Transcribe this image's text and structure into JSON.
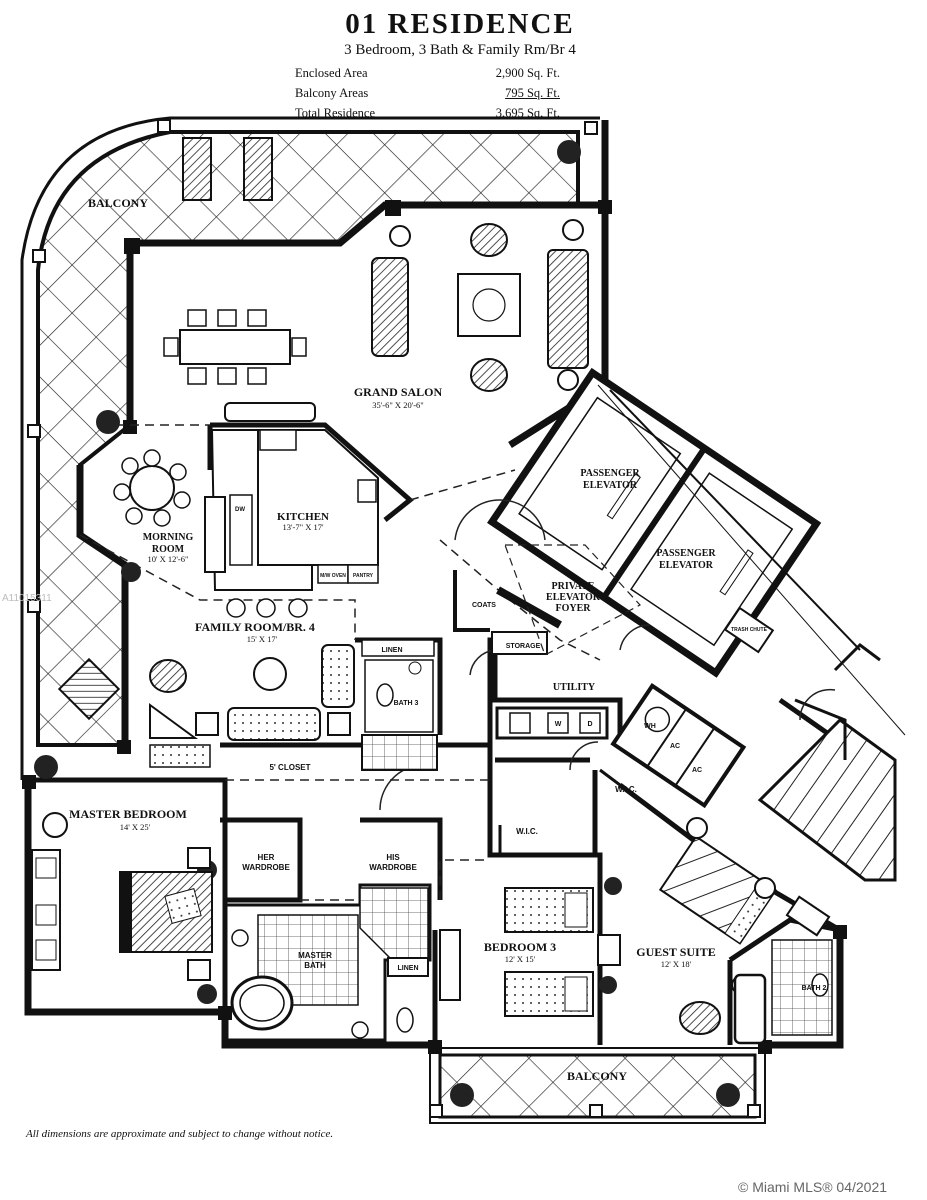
{
  "header": {
    "title": "01 RESIDENCE",
    "subtitle": "3 Bedroom, 3 Bath & Family Rm/Br 4",
    "areas": [
      {
        "label": "Enclosed Area",
        "value": "2,900 Sq. Ft."
      },
      {
        "label": "Balcony Areas",
        "value": "795 Sq. Ft."
      },
      {
        "label": "Total Residence",
        "value": "3,695 Sq. Ft."
      }
    ]
  },
  "rooms": {
    "balcony_top": "BALCONY",
    "grand_salon": "GRAND SALON",
    "grand_salon_dim": "35'-6\" X 20'-6\"",
    "kitchen": "KITCHEN",
    "kitchen_dim": "13'-7\" X 17'",
    "morning_room_1": "MORNING",
    "morning_room_2": "ROOM",
    "morning_room_dim": "10' X 12'-6\"",
    "family_room": "FAMILY ROOM/BR. 4",
    "family_room_dim": "15' X 17'",
    "passenger_elevator": "PASSENGER",
    "elevator_word": "ELEVATOR",
    "private_1": "PRIVATE",
    "private_2": "ELEVATOR",
    "private_3": "FOYER",
    "coats": "COATS",
    "storage": "STORAGE",
    "linen": "LINEN",
    "bath_3": "BATH 3",
    "utility": "UTILITY",
    "closet": "5' CLOSET",
    "master_bedroom": "MASTER BEDROOM",
    "master_bedroom_dim": "14' X 25'",
    "her_1": "HER",
    "wardrobe": "WARDROBE",
    "his_1": "HIS",
    "master_1": "MASTER",
    "master_2": "BATH",
    "wic": "W.I.C.",
    "bedroom_3": "BEDROOM 3",
    "bedroom_3_dim": "12' X 15'",
    "guest_suite": "GUEST SUITE",
    "guest_suite_dim": "12' X 18'",
    "bath_2": "BATH 2",
    "balcony_bottom": "BALCONY",
    "wh": "WH",
    "ac": "AC",
    "oven": "M/W OVEN",
    "pantry": "PANTRY",
    "dw": "DW",
    "trash": "TRASH CHUTE",
    "washer": "W",
    "dryer": "D"
  },
  "footer": {
    "disclaimer": "All dimensions are approximate and subject to change without notice.",
    "mls_id": "A11015311",
    "watermark": "© Miami MLS® 04/2021"
  }
}
